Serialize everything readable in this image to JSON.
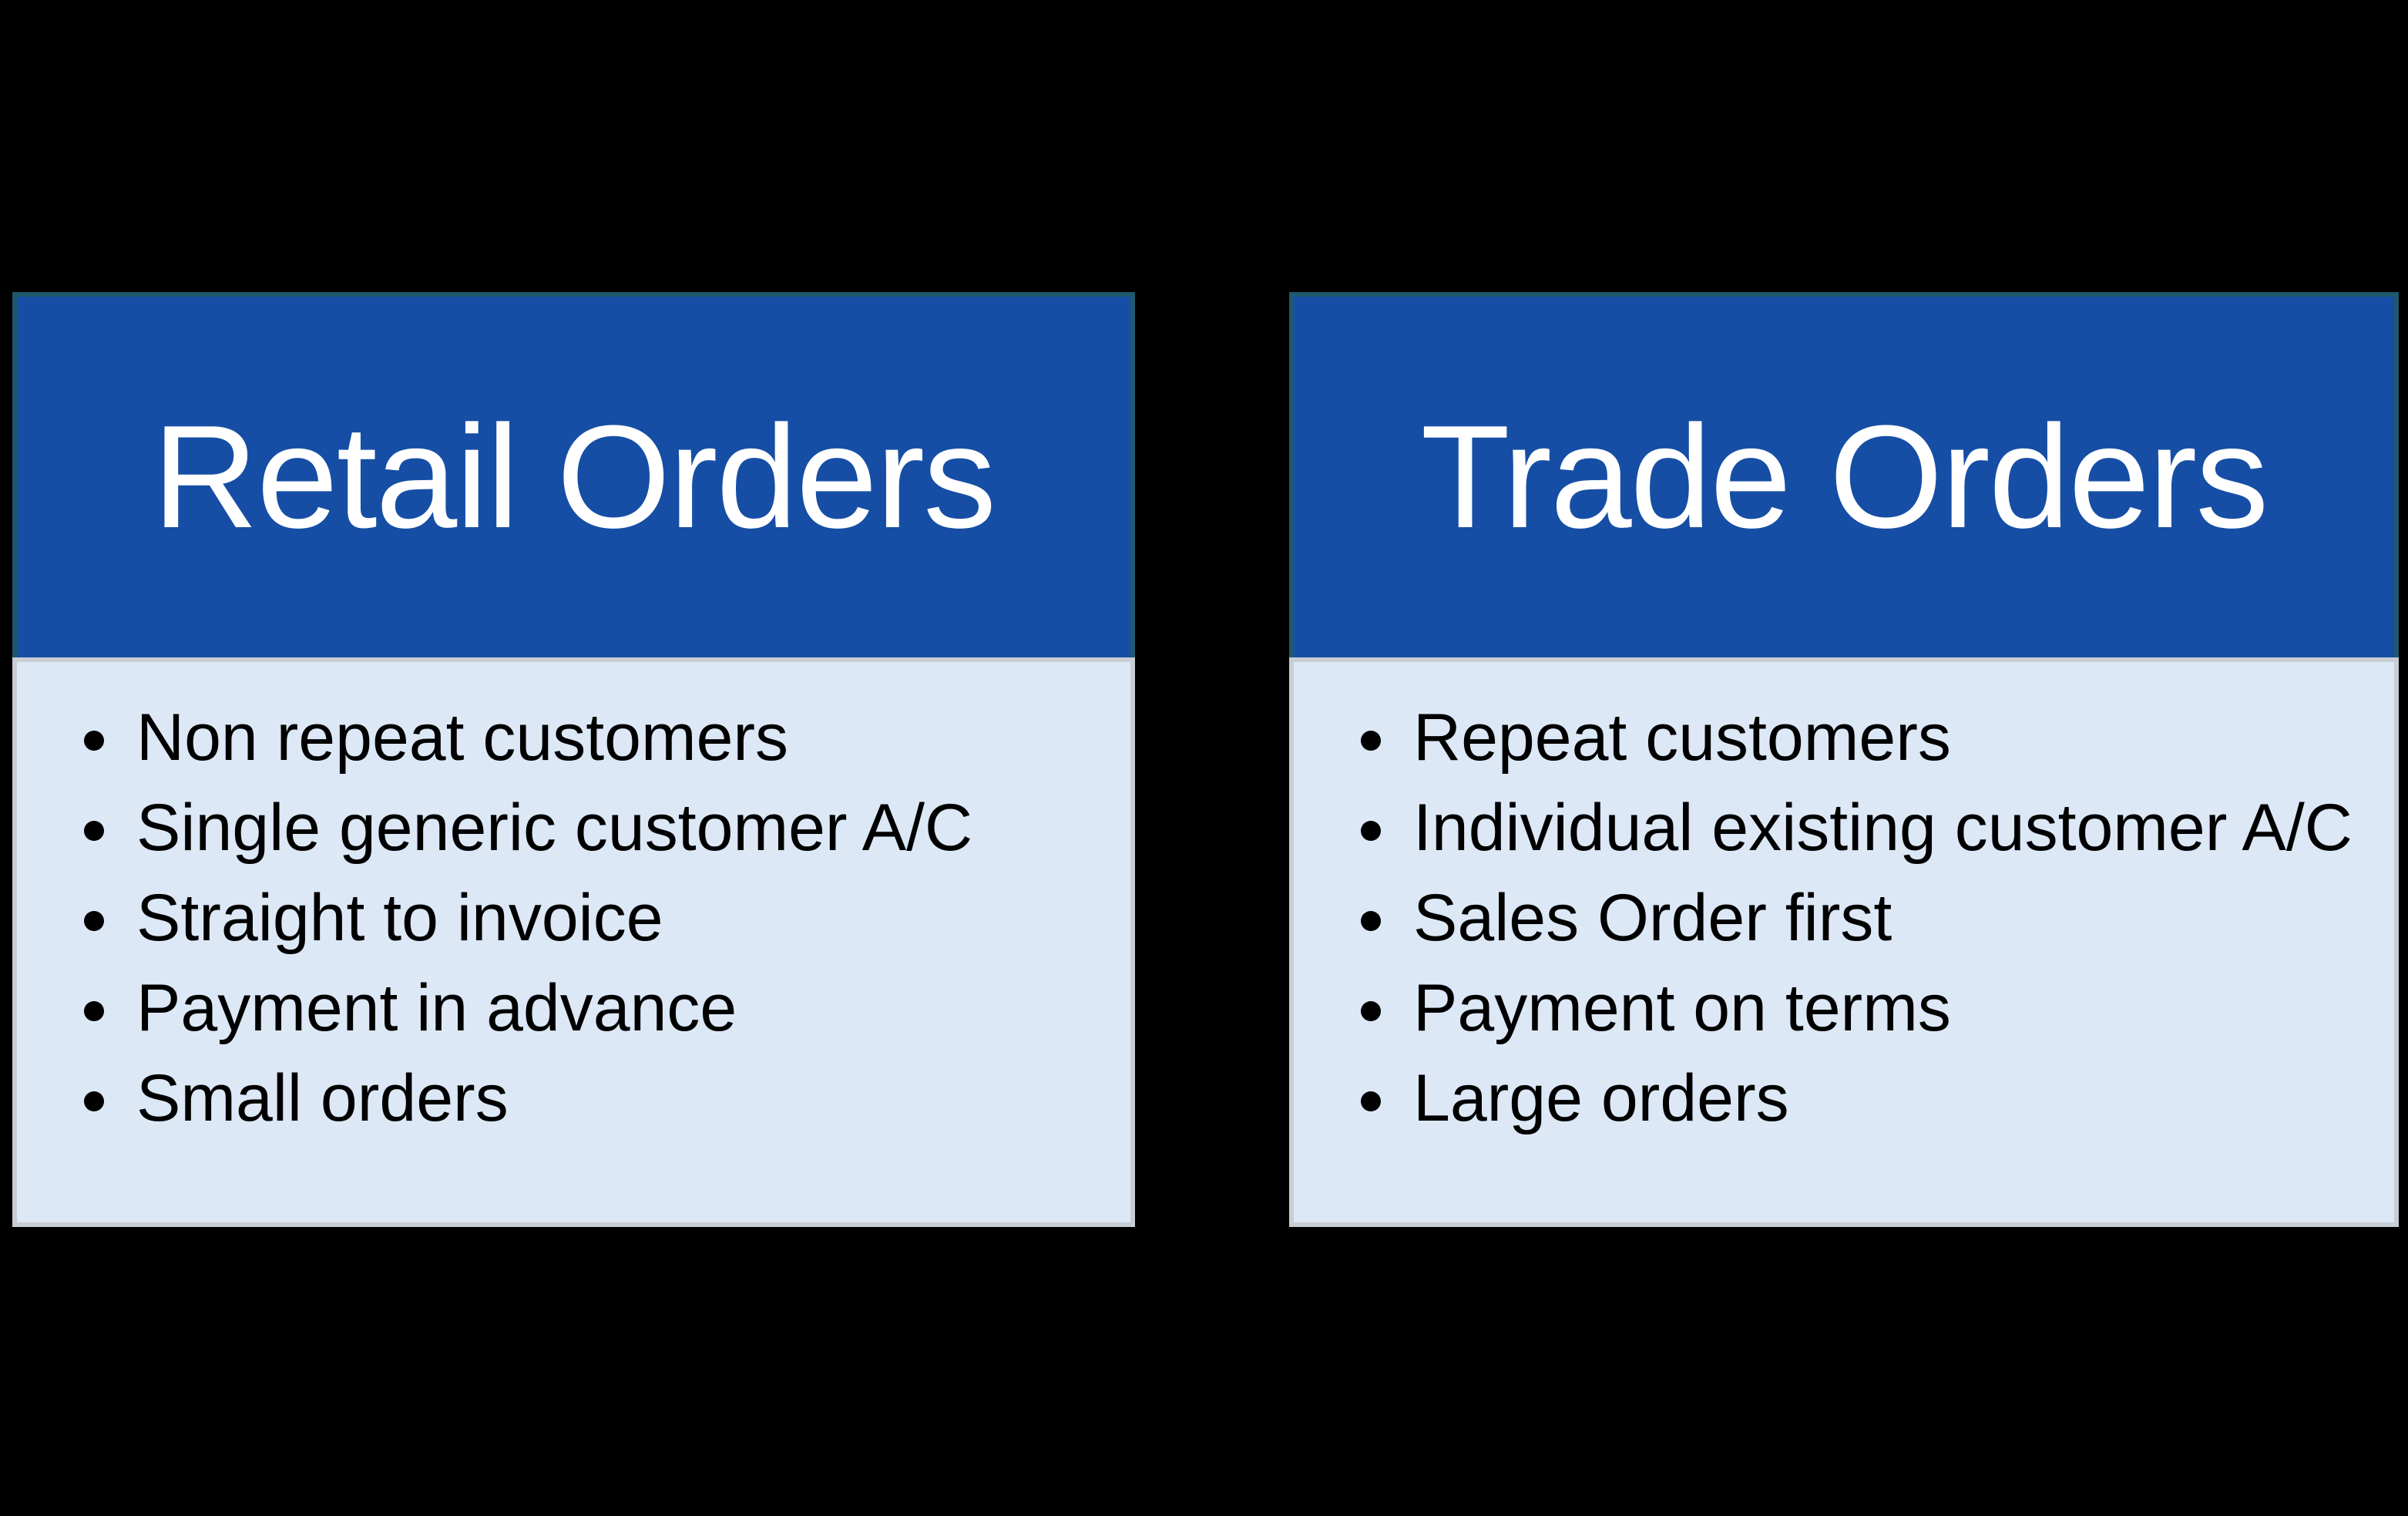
{
  "colors": {
    "page_background": "#000000",
    "header_fill": "#164EA5",
    "header_text": "#FFFFFF",
    "header_outline": "#20586E",
    "body_fill": "#DCE8F6",
    "body_outline": "#C9CDD4",
    "body_text": "#000000"
  },
  "cards": [
    {
      "title": "Retail Orders",
      "bullets": [
        "Non repeat customers",
        "Single generic customer A/C",
        "Straight to invoice",
        "Payment in advance",
        "Small orders"
      ]
    },
    {
      "title": "Trade Orders",
      "bullets": [
        "Repeat customers",
        "Individual existing customer A/C",
        "Sales Order first",
        "Payment on terms",
        "Large orders"
      ]
    }
  ]
}
